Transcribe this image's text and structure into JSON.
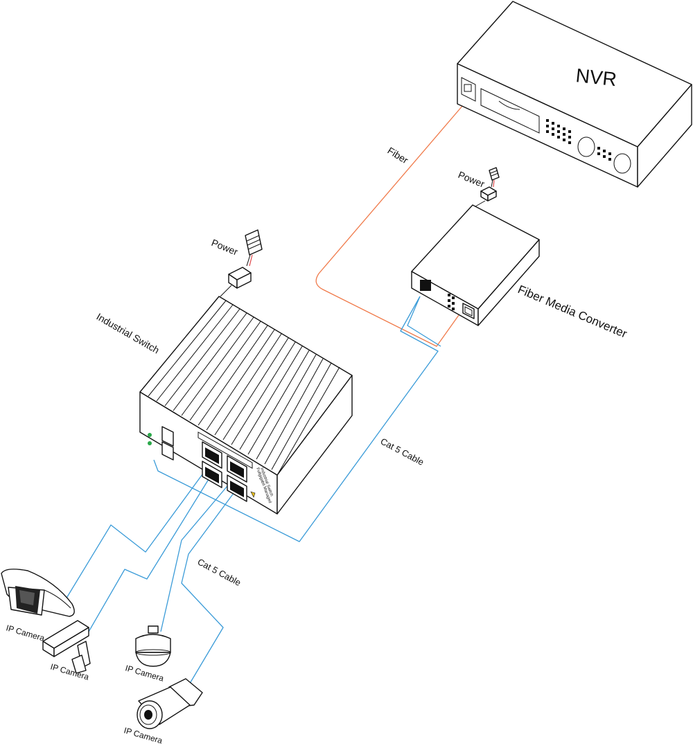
{
  "labels": {
    "nvr": "NVR",
    "fiber": "Fiber",
    "power_converter": "Power",
    "power_switch": "Power",
    "fiber_media_converter": "Fiber Media Converter",
    "industrial_switch": "Industrial Switch",
    "cat5_upper": "Cat 5 Cable",
    "cat5_lower": "Cat 5 Cable",
    "camera_1": "IP Camera",
    "camera_2": "IP Camera",
    "camera_3": "IP Camera",
    "camera_4": "IP Camera",
    "switch_side_text_1": "Industrial Switch",
    "switch_side_text_2": "Fullgigabit Managed"
  },
  "colors": {
    "fiber": "#f07a4a",
    "cat5": "#3a9bd8",
    "power_wire_red": "#e0484a",
    "led": "#2aa84a",
    "outline": "#111111"
  }
}
